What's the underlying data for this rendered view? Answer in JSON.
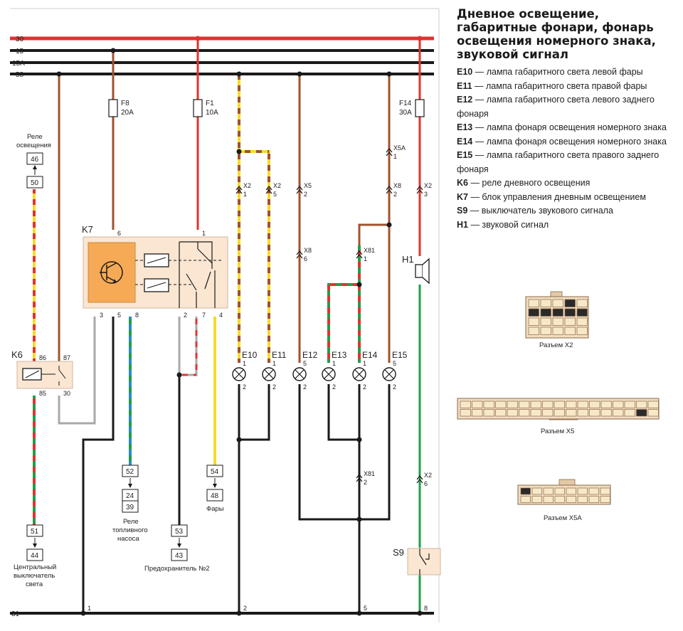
{
  "title": "Дневное освещение, габаритные фонари, фонарь освещения номерного знака, звуковой сигнал",
  "legend": [
    {
      "code": "E10",
      "text": "— лампа габаритного света левой фары"
    },
    {
      "code": "E11",
      "text": "— лампа габаритного света правой фары"
    },
    {
      "code": "E12",
      "text": "— лампа габаритного света левого заднего фонаря"
    },
    {
      "code": "E13",
      "text": "— лампа фонаря освещения номерного знака"
    },
    {
      "code": "E14",
      "text": "— лампа фонаря освещения номерного знака"
    },
    {
      "code": "E15",
      "text": "— лампа габаритного света правого заднего фонаря"
    },
    {
      "code": "K6",
      "text": "— реле дневного освещения"
    },
    {
      "code": "K7",
      "text": "— блок управления дневным освещением"
    },
    {
      "code": "S9",
      "text": "— выключатель звукового сигнала"
    },
    {
      "code": "H1",
      "text": "— звуковой сигнал"
    }
  ],
  "buses": {
    "b30": "30",
    "b15": "15",
    "b15a": "15A",
    "b58": "58",
    "b31": "31"
  },
  "fuses": {
    "f8": {
      "name": "F8",
      "rating": "20A"
    },
    "f1": {
      "name": "F1",
      "rating": "10A"
    },
    "f14": {
      "name": "F14",
      "rating": "30A"
    }
  },
  "components": {
    "k7": "K7",
    "k6": "K6",
    "h1": "H1",
    "s9": "S9",
    "e10": "E10",
    "e11": "E11",
    "e12": "E12",
    "e13": "E13",
    "e14": "E14",
    "e15": "E15"
  },
  "k7_pins": {
    "top6": "6",
    "top1": "1",
    "p3": "3",
    "p5": "5",
    "p8": "8",
    "p2": "2",
    "p7": "7",
    "p4": "4"
  },
  "k6_pins": {
    "p86": "86",
    "p87": "87",
    "p85": "85",
    "p30": "30"
  },
  "lamp_pins": {
    "in": [
      "1",
      "1",
      "5",
      "1",
      "1",
      "5"
    ],
    "out": [
      "2",
      "2",
      "2",
      "2",
      "2",
      "2"
    ]
  },
  "connectors": {
    "x2": "X2",
    "x5": "X5",
    "x5a": "X5A",
    "x8": "X8",
    "x81": "X81",
    "pin1": "1",
    "pin2": "2",
    "pin3": "3",
    "pin5": "5",
    "pin6": "6"
  },
  "relay_osv": {
    "label_line1": "Реле",
    "label_line2": "освещения",
    "box1": "46",
    "box2": "50"
  },
  "boxes": {
    "b51": "51",
    "b44": "44",
    "b52": "52",
    "b24": "24",
    "b39": "39",
    "b53": "53",
    "b43": "43",
    "b54": "54",
    "b48": "48"
  },
  "captions": {
    "central_1": "Центральный",
    "central_2": "выключатель",
    "central_3": "света",
    "pump_1": "Реле",
    "pump_2": "топливного",
    "pump_3": "насоса",
    "fuse2": "Предохранитель №2",
    "headlights": "Фары"
  },
  "ground_pins": {
    "g1": "1",
    "g2": "2",
    "g5": "5",
    "g8": "8"
  },
  "connector_views": {
    "x2": "Разъем X2",
    "x5": "Разъем X5",
    "x5a": "Разъем X5A"
  },
  "colors": {
    "red": "#e0332e",
    "brown": "#a0522d",
    "black": "#1a1a1a",
    "yellow": "#f2dc2a",
    "green": "#1f9e4a",
    "blue": "#2a8ad6",
    "gray": "#a9a9a9",
    "relay_fill": "#fbe6d2",
    "k7_core": "#f6aa55"
  }
}
